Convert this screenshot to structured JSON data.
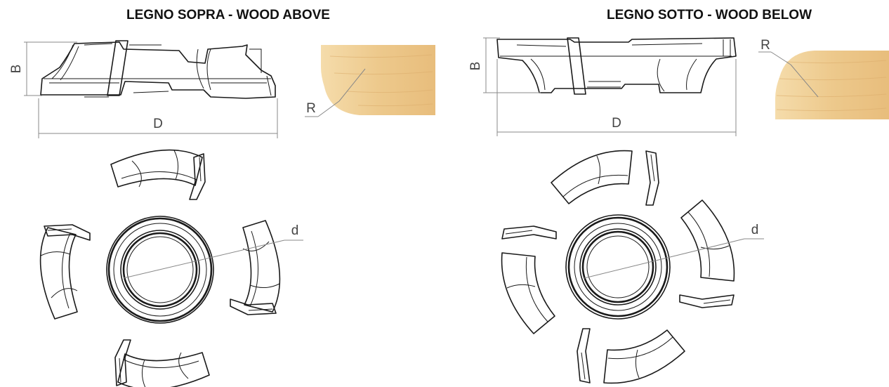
{
  "titles": {
    "left": "LEGNO SOPRA - WOOD ABOVE",
    "right": "LEGNO SOTTO - WOOD BELOW"
  },
  "dimension_labels": {
    "height": "B",
    "diameter": "D",
    "radius": "R",
    "bore": "d"
  },
  "colors": {
    "wood_light": "#f3d6a2",
    "wood_dark": "#e3b676",
    "line": "#1a1a1a",
    "dimension_line": "#888888"
  }
}
